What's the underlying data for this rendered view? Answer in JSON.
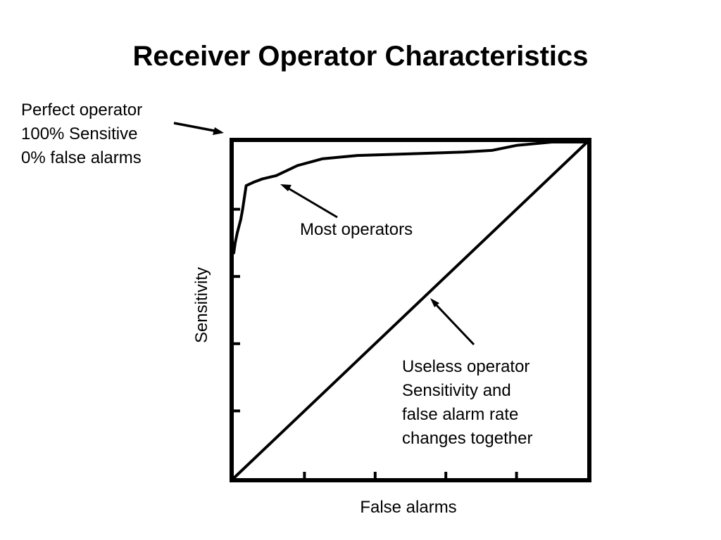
{
  "page": {
    "title": "Receiver Operator Characteristics"
  },
  "annotations": {
    "perfect": [
      "Perfect operator",
      "100% Sensitive",
      "0% false alarms"
    ],
    "most": [
      "Most operators"
    ],
    "useless": [
      "Useless operator",
      "Sensitivity and",
      "false alarm rate",
      "changes together"
    ]
  },
  "chart_data": {
    "type": "line",
    "title": "Receiver Operator Characteristics",
    "xlabel": "False alarms",
    "ylabel": "Sensitivity",
    "xlim": [
      0,
      1
    ],
    "ylim": [
      0,
      1
    ],
    "grid": false,
    "legend": "none",
    "x_ticks": [
      0.2,
      0.4,
      0.6,
      0.8
    ],
    "y_ticks": [
      0.2,
      0.4,
      0.6,
      0.8
    ],
    "series": [
      {
        "key": "roc-curve",
        "x": [
          0,
          0.004,
          0.01,
          0.02,
          0.025,
          0.035,
          0.055,
          0.08,
          0.12,
          0.18,
          0.25,
          0.35,
          0.5,
          0.65,
          0.73,
          0.8,
          0.9,
          1.0
        ],
        "y": [
          0.67,
          0.7,
          0.73,
          0.77,
          0.8,
          0.87,
          0.88,
          0.89,
          0.9,
          0.93,
          0.95,
          0.96,
          0.965,
          0.97,
          0.975,
          0.99,
          1.0,
          1.0
        ]
      },
      {
        "key": "chance-diagonal",
        "x": [
          0,
          1
        ],
        "y": [
          0,
          1
        ]
      }
    ],
    "colors": {
      "line": "#000000",
      "background": "#ffffff"
    }
  }
}
